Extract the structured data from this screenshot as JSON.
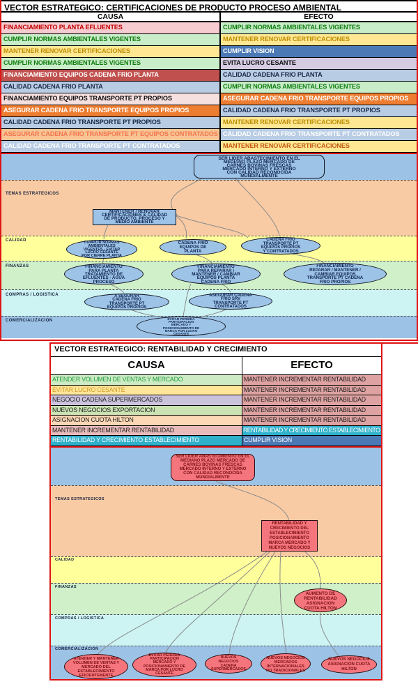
{
  "section1": {
    "title": "VECTOR ESTRATEGICO: CERTIFICACIONES DE PRODUCTO PROCESO AMBIENTAL",
    "headers": {
      "causa": "CAUSA",
      "efecto": "EFECTO"
    },
    "rows": [
      {
        "causa": {
          "text": "FINANCIAMIENTO PLANTA EFLUENTES",
          "bg": "#f7ccd1",
          "color": "#c00000"
        },
        "efecto": {
          "text": "CUMPLIR NORMAS AMBIENTALES VIGENTES",
          "bg": "#c9ecc9",
          "color": "#0e7d0e"
        }
      },
      {
        "causa": {
          "text": "CUMPLIR NORMAS AMBIENTALES VIGENTES",
          "bg": "#c9ecc9",
          "color": "#0e7d0e"
        },
        "efecto": {
          "text": "MANTENER RENOVAR CERTIFICACIONES",
          "bg": "#ffe794",
          "color": "#bf8f00"
        }
      },
      {
        "causa": {
          "text": "MANTENER RENOVAR CERTIFICACIONES",
          "bg": "#ffe794",
          "color": "#bf8f00"
        },
        "efecto": {
          "text": "CUMPLIR VISION",
          "bg": "#4a79b5",
          "color": "#ffffff"
        }
      },
      {
        "causa": {
          "text": "CUMPLIR NORMAS AMBIENTALES VIGENTES",
          "bg": "#c9ecc9",
          "color": "#0e7d0e"
        },
        "efecto": {
          "text": "EVITA LUCRO CESANTE",
          "bg": "#d5cce2",
          "color": "#111111"
        }
      },
      {
        "causa": {
          "text": "FINANCIAMIENTO EQUIPOS CADENA FRIO PLANTA",
          "bg": "#c0504d",
          "color": "#ffffff"
        },
        "efecto": {
          "text": "CALIDAD CADENA FRIO PLANTA",
          "bg": "#b8cce4",
          "color": "#1a2b4a"
        }
      },
      {
        "causa": {
          "text": "CALIDAD CADENA FRIO PLANTA",
          "bg": "#b8cce4",
          "color": "#1a2b4a"
        },
        "efecto": {
          "text": "CUMPLIR NORMAS AMBIENTALES VIGENTES",
          "bg": "#c9ecc9",
          "color": "#0e7d0e"
        }
      },
      {
        "causa": {
          "text": "FINANCIAMIENTO EQUIPOS TRANSPORTE PT PROPIOS",
          "bg": "#f5e0df",
          "color": "#111111"
        },
        "efecto": {
          "text": "ASEGURAR CADENA FRIO TRANSPORTE EQUIPOS PROPIOS",
          "bg": "#ed7d31",
          "color": "#ffffff"
        }
      },
      {
        "causa": {
          "text": "ASEGURAR CADENA FRIO TRANSPORTE EQUIPOS PROPIOS",
          "bg": "#ed7d31",
          "color": "#ffffff"
        },
        "efecto": {
          "text": "CALIDAD CADENA FRIO TRANSPORTE PT PROPIOS",
          "bg": "#b8cce4",
          "color": "#1a2b4a"
        }
      },
      {
        "causa": {
          "text": "CALIDAD CADENA FRIO TRANSPORTE PT PROPIOS",
          "bg": "#b8cce4",
          "color": "#1a2b4a"
        },
        "efecto": {
          "text": "MANTENER RENOVAR CERTIFICACIONES",
          "bg": "#ffe794",
          "color": "#bf8f00"
        }
      },
      {
        "causa": {
          "text": "ASEGURAR CADENA FRIO TRANSPORTE PT EQUIPOS CONTRATADOS",
          "bg": "#f8c494",
          "color": "#f4764f"
        },
        "efecto": {
          "text": "CALIDAD CADENA FRIO TRANSPORTE PT CONTRATADOS",
          "bg": "#b8cce4",
          "color": "#ffffff"
        }
      },
      {
        "causa": {
          "text": "CALIDAD CADENA FRIO TRANSPORTE PT CONTRATADOS",
          "bg": "#b8cce4",
          "color": "#ffffff"
        },
        "efecto": {
          "text": "MANTENER RENOVAR CERTIFICACIONES",
          "bg": "#ffe794",
          "color": "#c45911"
        }
      }
    ],
    "map": {
      "lanes": [
        "TEMAS ESTRATEGICOS",
        "CALIDAD",
        "FINANZAS",
        "COMPRAS / LOGISTICA",
        "COMERCIALIZACION"
      ],
      "band_colors": [
        "#9cc3e5",
        "#f8cba4",
        "#ffff9c",
        "#cff0c8",
        "#cdf3f3",
        "#9cc3e5"
      ],
      "node_fill": "#9dc3e6",
      "node_text_color": "#0f2450",
      "nodes": {
        "vision": "SER LIDER ABASTECIMIENTO EN EL\nMEDIANO PLAZO MERCADO DE\nCARNES BOVINAS FRESCAS\nMERCADO INTERNO Y  EXTERNO\nCON CALIDAD RECONOCIDA\nMUNDIALMENTE",
        "mantener": "MANTENER / RENOVAR\nCERTIFICACIONES & CALIDAD\nDE PRODUCTO, PROCESO Y\nMEDIO AMBIENTE",
        "calidad1": "CUMPLIR NORMAS\nAMBIENTALES\nVIGENTES - EVITAR\nLUCRO CESANTE\nPOR CIERRE PLANTA",
        "calidad2": "CADENA FRIO\nEQUIPOS DE\nPLANTA",
        "calidad3": "CADENA FRIO\nTRANSPORTE PT\nEQUIPOS PROPIOS\nY CONTRATADOS",
        "finanzas1": "FINANCIAMIENTO\nPARA PLANTA\nTRATAMIENTO DE\nEFLUENTES - AGUA\nPROCESO",
        "finanzas2": "FINANCIAMIENTO\nPARA REPARAR /\nMANTENER / CAMBIAR\nEQUIPOS PLANTA\nCADENA FRIO",
        "finanzas3": "FINANCIAMIENTO\nREPARAR / MANTENER /\nCAMBIAR EQUIPOS\nTRANSPORTE PT CADENA\nFRIO PROPIOS",
        "compras1": "A SEGURAR\nCADENA FRIO\nTRANSPORTE PT\nEQUIPOS PROPIOS",
        "compras2": "ASEGURAR CADENA\nFRIO SRV\nTRANSPORTE PT\nCONTRATADOS",
        "comercializacion1": "EVITAR PERDIDA\nPARTICIPACION\nMERCADO Y\nPOSICIONAMIENTO  DE\nMARCA POR LUCRO\nCESANTE"
      }
    }
  },
  "section2": {
    "title": "VECTOR ESTRATEGICO:  RENTABILIDAD Y CRECIMIENTO",
    "headers": {
      "causa": "CAUSA",
      "efecto": "EFECTO"
    },
    "rows": [
      {
        "causa": {
          "text": "ATENDER VOLUMEN DE VENTAS Y MERCADO",
          "bg": "#cdebc5",
          "color": "#1f9e3e"
        },
        "efecto": {
          "text": "MANTENER INCREMENTAR RENTABILIDAD",
          "bg": "#dda2a1",
          "color": "#222222"
        }
      },
      {
        "causa": {
          "text": "EVITAR LUCRO CESANTE",
          "bg": "#ffe699",
          "color": "#cf9b27"
        },
        "efecto": {
          "text": "MANTENER INCREMENTAR RENTABILIDAD",
          "bg": "#dda2a1",
          "color": "#222222"
        }
      },
      {
        "causa": {
          "text": "NEGOCIO CADENA SUPERMERCADOS",
          "bg": "#cbc2dc",
          "color": "#222222"
        },
        "efecto": {
          "text": "MANTENER INCREMENTAR RENTABILIDAD",
          "bg": "#dda2a1",
          "color": "#222222"
        }
      },
      {
        "causa": {
          "text": "NUEVOS NEGOCIOS EXPORTACION",
          "bg": "#cbe3b3",
          "color": "#222222"
        },
        "efecto": {
          "text": "MANTENER INCREMENTAR RENTABILIDAD",
          "bg": "#dda2a1",
          "color": "#222222"
        }
      },
      {
        "causa": {
          "text": "ASIGNACION CUOTA HILTON",
          "bg": "#fcd7b5",
          "color": "#222222"
        },
        "efecto": {
          "text": "MANTENER INCREMENTAR RENTABILIDAD",
          "bg": "#dda2a1",
          "color": "#222222"
        }
      },
      {
        "causa": {
          "text": "MANTENER INCREMENTAR RENTABILIDAD",
          "bg": "#e8baba",
          "color": "#222222"
        },
        "efecto": {
          "text": "RENTABILIDAD Y CRECIMIENTO ESTABLECIMIENTO",
          "bg": "#2fb0cb",
          "color": "#ffffff"
        }
      },
      {
        "causa": {
          "text": "RENTABILIDAD Y CRECIMIENTO ESTABLECIMIENTO",
          "bg": "#2fb0cb",
          "color": "#ffffff"
        },
        "efecto": {
          "text": "CUMPLIR VISION",
          "bg": "#4a79b5",
          "color": "#ffffff"
        }
      }
    ],
    "map": {
      "lanes": [
        "TEMAS ESTRATEGICOS",
        "CALIDAD",
        "FINANZAS",
        "COMPRAS / LOGISTICA",
        "COMERCIALIZACION"
      ],
      "band_colors": [
        "#9cc3e5",
        "#f8cba4",
        "#ffff9c",
        "#cff0c8",
        "#cdf3f3",
        "#9cc3e5"
      ],
      "node_fill": "#f5757d",
      "node_text_color": "#7a1214",
      "nodes": {
        "vision": "SER LIDER ABASTECIMIENTO EN EL\nMEDIANO PLAZO MERCADO DE\nCARNES BOVINAS FRESCAS\nMERCADO INTERNO Y  EXTERNO\nCON CALIDAD RECONOCIDA\nMUNDIALMENTE",
        "rentabilidad": "RENTABILIDAD  Y\nCRECIMIENTO  DEL\nESTABLECIMIENTO\nPOSICIONAMIENTO\nMARCA  MERCADO  Y\nNUEVOS  NEGOCIOS",
        "aumento": "AUMENTO DE\nRENTABILIDAD\nASIGNACION\nCUOTA HILTON",
        "comercializacion1": "ATENDER Y MANTENER\nVOLUMEN DE VENTAS Y\nMERCADO  DEL\nESTABLECIMIENTO\nEFICIENTEMENTE",
        "comercializacion2": "EVITAR PERDIDA\nPARTICIPACION\nMERCADO Y\nPOSICIONAMIENTO  DE\nMARCA POR LUCRO\nCESANTE",
        "comercializacion3": "NUEVOS\nNEGOCIOS\nCADENA\nSUPERMERCADOS",
        "comercializacion4": "NUEVOS  NEGOCIOS\nMERCADOS\nINTERNACIONALES\nNO TRADICIONALES",
        "comercializacion5": "NUEVOS NEGOCIOS\nASIGNACION  CUOTA\nHILTON"
      }
    }
  }
}
